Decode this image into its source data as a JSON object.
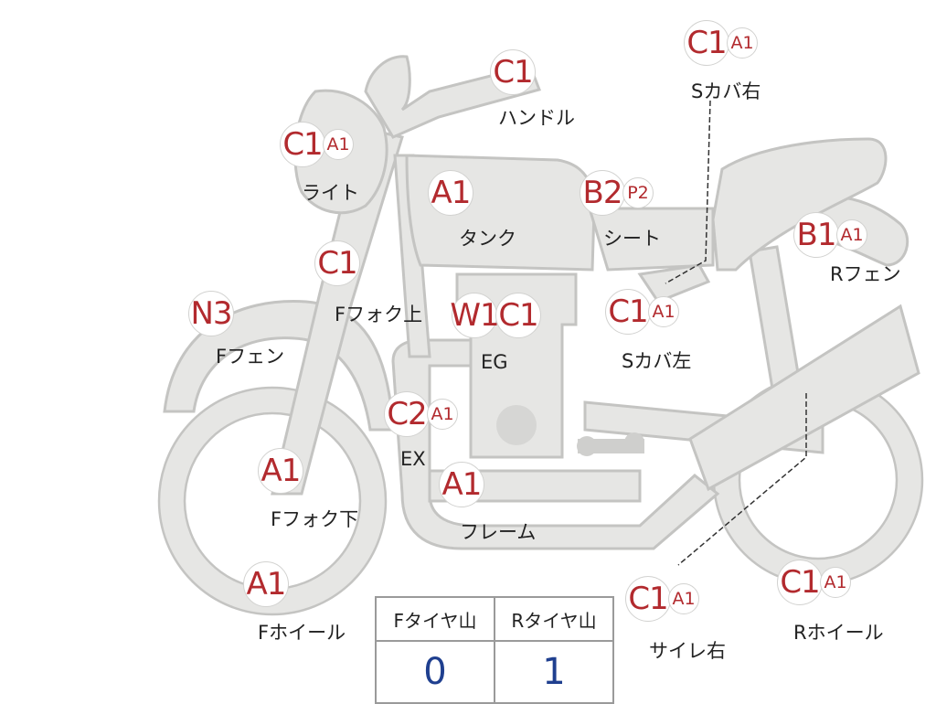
{
  "parts": [
    {
      "id": "handle",
      "codes": [
        "C1"
      ],
      "label": "ハンドル"
    },
    {
      "id": "side-cover-right",
      "codes": [
        "C1",
        "A1"
      ],
      "label": "Sカバ右"
    },
    {
      "id": "light",
      "codes": [
        "C1",
        "A1"
      ],
      "label": "ライト"
    },
    {
      "id": "tank",
      "codes": [
        "A1"
      ],
      "label": "タンク"
    },
    {
      "id": "seat",
      "codes": [
        "B2",
        "P2"
      ],
      "label": "シート"
    },
    {
      "id": "rear-fender",
      "codes": [
        "B1",
        "A1"
      ],
      "label": "Rフェン"
    },
    {
      "id": "front-fork-upper",
      "codes": [
        "C1"
      ],
      "label": "Fフォク上"
    },
    {
      "id": "front-fender",
      "codes": [
        "N3"
      ],
      "label": "Fフェン"
    },
    {
      "id": "engine",
      "codes": [
        "W1",
        "C1"
      ],
      "label": "EG"
    },
    {
      "id": "side-cover-left",
      "codes": [
        "C1",
        "A1"
      ],
      "label": "Sカバ左"
    },
    {
      "id": "exhaust",
      "codes": [
        "C2",
        "A1"
      ],
      "label": "EX"
    },
    {
      "id": "front-fork-lower",
      "codes": [
        "A1"
      ],
      "label": "Fフォク下"
    },
    {
      "id": "frame",
      "codes": [
        "A1"
      ],
      "label": "フレーム"
    },
    {
      "id": "front-wheel",
      "codes": [
        "A1"
      ],
      "label": "Fホイール"
    },
    {
      "id": "muffler-right",
      "codes": [
        "C1",
        "A1"
      ],
      "label": "サイレ右"
    },
    {
      "id": "rear-wheel",
      "codes": [
        "C1",
        "A1"
      ],
      "label": "Rホイール"
    }
  ],
  "tire_table": {
    "headers": [
      "Fタイヤ山",
      "Rタイヤ山"
    ],
    "values": [
      "0",
      "1"
    ]
  },
  "colors": {
    "code_text": "#b22a2e",
    "value_text": "#1f3f8f",
    "bike_fill": "#e6e6e4",
    "bike_outline": "#c4c4c2"
  }
}
